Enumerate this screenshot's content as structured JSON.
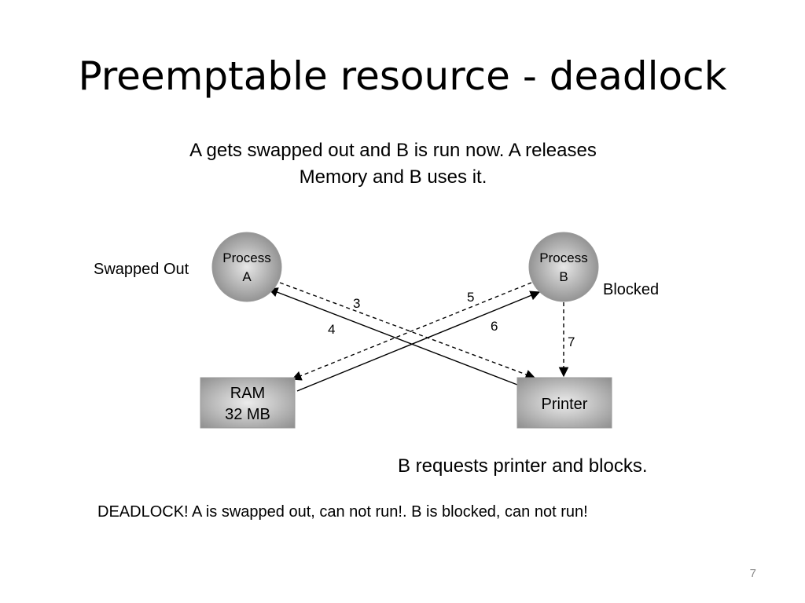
{
  "slide": {
    "title": "Preemptable resource - deadlock",
    "subtitle_line1": "A gets swapped out and B is run now.  A releases",
    "subtitle_line2": "Memory and B uses it.",
    "note": "B requests printer and blocks.",
    "deadlock_text": "DEADLOCK!  A is swapped out, can not run!. B is blocked, can not run!",
    "page_number": "7"
  },
  "diagram": {
    "process_a": {
      "line1": "Process",
      "line2": "A",
      "status": "Swapped Out"
    },
    "process_b": {
      "line1": "Process",
      "line2": "B",
      "status": "Blocked"
    },
    "ram": {
      "line1": "RAM",
      "line2": "32 MB"
    },
    "printer": {
      "label": "Printer"
    },
    "edges": {
      "e3": "3",
      "e4": "4",
      "e5": "5",
      "e6": "6",
      "e7": "7"
    },
    "colors": {
      "node_fill_center": "#e6e6e6",
      "node_fill_edge": "#8c8c8c",
      "edge_color": "#000000"
    }
  }
}
